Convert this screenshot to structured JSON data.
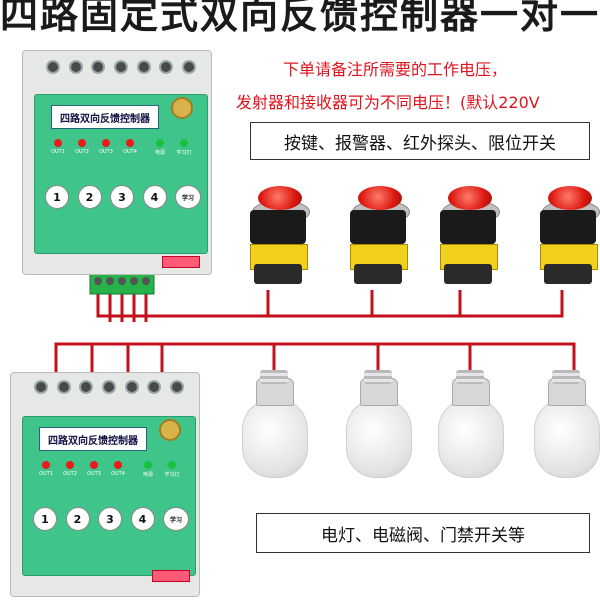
{
  "title": "四路固定式双向反馈控制器一对一",
  "note_line1": "下单请备注所需要的工作电压，",
  "note_line2": "发射器和接收器可为不同电压！(默认220V",
  "input_devices_label": "按键、报警器、红外探头、限位开关",
  "output_devices_label": "电灯、电磁阀、门禁开关等",
  "controller": {
    "plate": "四路双向反馈控制器",
    "leds": [
      {
        "label": "OUT1",
        "color": "#e61b1b"
      },
      {
        "label": "OUT2",
        "color": "#e61b1b"
      },
      {
        "label": "OUT3",
        "color": "#e61b1b"
      },
      {
        "label": "OUT4",
        "color": "#e61b1b"
      },
      {
        "label": "电源",
        "color": "#19c13f"
      },
      {
        "label": "学习灯",
        "color": "#19c13f"
      }
    ],
    "buttons": [
      "1",
      "2",
      "3",
      "4"
    ],
    "learn_button": "学习"
  },
  "colors": {
    "wire": "#c3101c",
    "title_text": "#1a1a1a",
    "note_text": "#e0141e",
    "board": "#3fc48a"
  }
}
